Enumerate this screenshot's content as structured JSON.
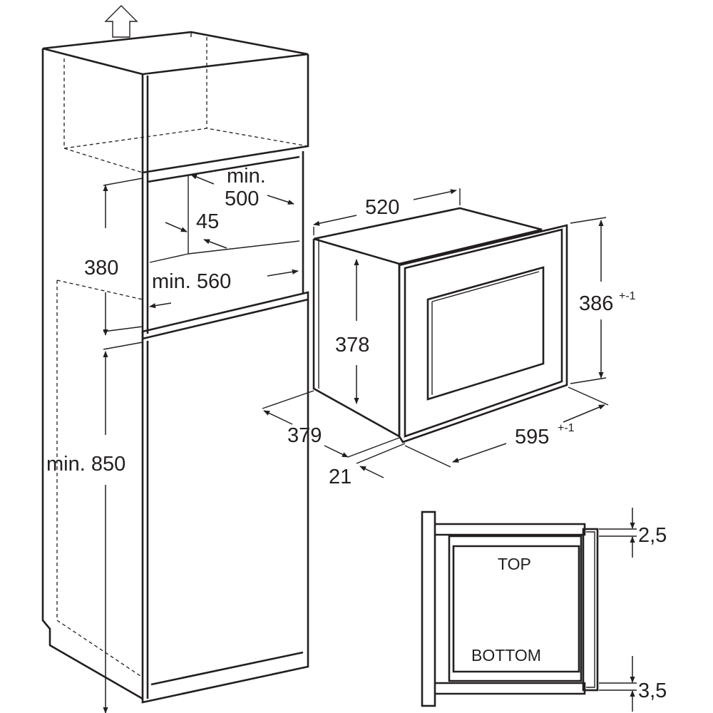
{
  "labels": {
    "min_500_a": "min.",
    "min_500_b": "500",
    "dim_45": "45",
    "dim_380": "380",
    "min_560": "min. 560",
    "min_850": "min. 850",
    "dim_520": "520",
    "dim_378": "378",
    "dim_386": "386",
    "dim_386_tol": "+-1",
    "dim_379": "379",
    "dim_21": "21",
    "dim_595": "595",
    "dim_595_tol": "+-1",
    "dim_2_5": "2,5",
    "dim_3_5": "3,5",
    "top": "TOP",
    "bottom": "BOTTOM"
  }
}
